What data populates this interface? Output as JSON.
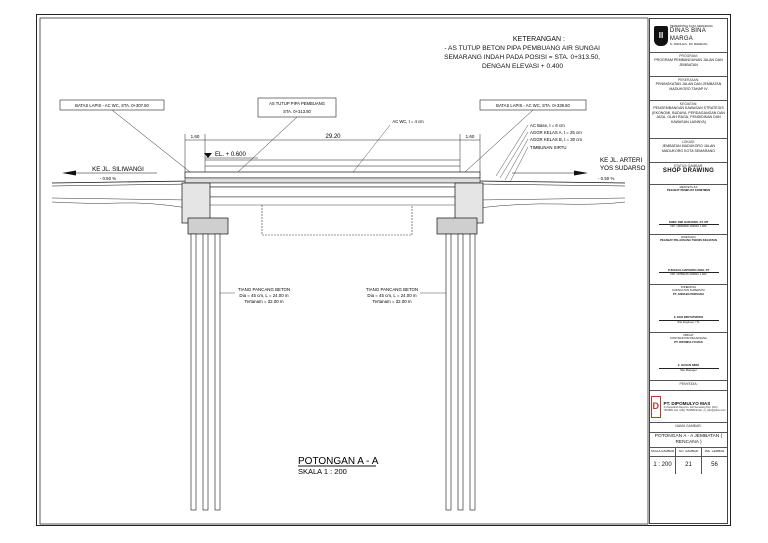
{
  "notes": {
    "heading": "KETERANGAN :",
    "line1": "- AS TUTUP BETON PIPA PEMBUANG AIR SUNGAI",
    "line2": "SEMARANG INDAH PADA POSISI = STA. 0+313.50,",
    "line3": "DENGAN ELEVASI + 0.400"
  },
  "drawing": {
    "label_batas_left": "BATAS LAPIS - AC WC, STA. 0+307.50",
    "label_as_tutup": "AS TUTUP PIPA PEMBUANG",
    "label_as_tutup_sta": "STA. 0+313.50",
    "label_batas_right": "BATAS LAPIS - AC WC, STA. 0+339.50",
    "label_ac_wc": "AC WC, t = 4 cm",
    "layer1": "AC Base, t = 6 cm",
    "layer2": "AGGR KELAS A, t = 25 cm",
    "layer3": "AGGR KELAS B, t = 30 cm",
    "layer4": "TIMBUNAN SIRTU",
    "dim_top": "29.20",
    "dim_small_left": "1.60",
    "dim_small_right": "1.60",
    "el_label": "EL. + 0.600",
    "ke_left": "KE JL. SILIWANGI",
    "slope_left": "- 0.50 %",
    "ke_right_1": "KE JL. ARTERI",
    "ke_right_2": "YOS SUDARSO",
    "slope_right": "- 0.50 %",
    "pile_left_1": "TIANG PANCANG BETON",
    "pile_left_2": "Dia = 45 cm, L = 24.00 m",
    "pile_left_3": "Tertanam = 32.00 m",
    "pile_right_1": "TIANG PANCANG BETON",
    "pile_right_2": "Dia = 45 cm, L = 24.00 m",
    "pile_right_3": "Tertanam = 32.00 m",
    "section_title": "POTONGAN A - A",
    "section_scale": "SKALA 1 : 200"
  },
  "title_block": {
    "logo_mark": "II",
    "org_small": "PEMERINTAH KOTA SEMARANG",
    "org_name": "DINAS BINA MARGA",
    "org_sub": "JL. PAMULAUS - KM. SEMARANG",
    "program_hd": "PROGRAM:",
    "program": "PROGRAM PEMBANGUNAN JALAN DAN JEMBATAN",
    "pekerjaan_hd": "PEKERJAAN:",
    "pekerjaan": "PENINGKATAN JALAN DAN JEMBATAN MADUKORO TAHAP IV",
    "kegiatan_hd": "KEGIATAN:",
    "kegiatan": "PENGEMBANGAN KAWASAN STRATEGIS (EKONOMI, BUDAYA, PERDAGANGAN DAN JASA, OLAH RAGA, PENDIDIKAN DAN KAWASAN LAINNYA)",
    "lokasi_hd": "LOKASI:",
    "lokasi": "JEMBATAN MADUKORO JALAN MADUKORO KOTA SEMARANG",
    "status_hd": "STATUS GAMBAR:",
    "status": "SHOP DRAWING",
    "menyetujui": "MENYETUJUI",
    "ppk": "PEJABAT PEMBUAT KOMITMEN",
    "ppk_name": "ARIEF DWI HARJONO, ST. MT",
    "ppk_nip": "NIP. 19650808 199903 1 006",
    "diketahui": "DIKETAHUI",
    "pptk": "PEJABAT PELAKSANA TEKNIS KEGIATAN",
    "pptk_name": "TUNGGUL HAPSORO ADHI, ST",
    "pptk_nip": "NIP. 19780106 200801 1 002",
    "diperiksa": "DIPERIKSA",
    "konsultan_hd": "KONSULTAN SUPERVISI",
    "konsultan": "PT. ANNABA PERSADA",
    "ks_name": "Ir. EKO WIDYATMOKO",
    "ks_role": "Site Engineer / TL",
    "dibuat": "DIBUAT",
    "kontraktor_hd": "KONTRAKTOR PELAKSANA",
    "kontraktor": "PT. DIPOMULYO MAS",
    "kp_name": "Ir. HASAN SIDIK",
    "kp_role": "Site Manager",
    "penyedia_hd": "PENYEDIA:",
    "penyedia_logo": "D",
    "penyedia": "PT. DIPOMULYO MAS",
    "penyedia_addr": "Jl. Pamularsih Raya No. 102 Semarang Telp. (024) 7604589, Fax. (024) 7604589 Email : pt_dipo@yahoo.com",
    "nama_gambar_hd": "NAMA GAMBAR:",
    "nama_gambar": "POTONGAN A - A JEMBATAN ( RENCANA )",
    "col_skala": "SKALA GAMBAR",
    "col_no": "NO. GAMBAR",
    "col_jml": "JML. LEMBAR",
    "skala": "1 : 200",
    "no_gambar": "21",
    "jml_lembar": "56"
  },
  "colors": {
    "line": "#1a1a1a",
    "hatch": "#555555",
    "accent": "#c0392b"
  }
}
